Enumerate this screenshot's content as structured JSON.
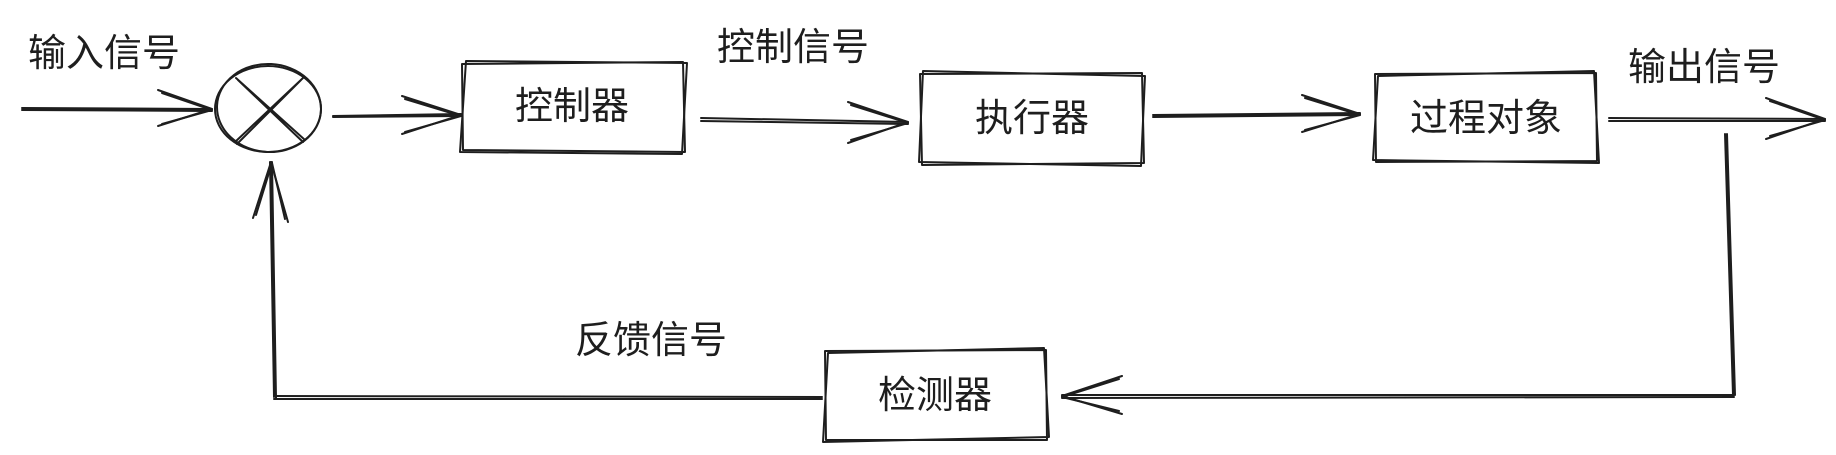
{
  "diagram": {
    "labels": {
      "input_signal": "输入信号",
      "control_signal": "控制信号",
      "output_signal": "输出信号",
      "feedback_signal": "反馈信号"
    },
    "blocks": {
      "controller": "控制器",
      "actuator": "执行器",
      "process": "过程对象",
      "sensor": "检测器"
    },
    "summing_junction": "summing-junction-icon",
    "stroke_color": "#1e1e1e"
  }
}
